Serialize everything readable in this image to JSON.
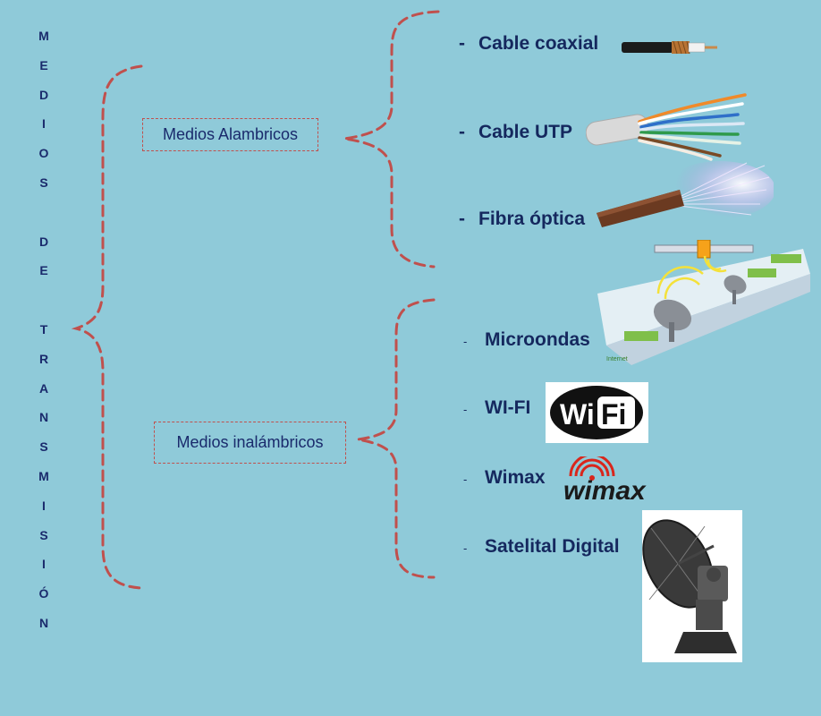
{
  "vertical_title": [
    "M",
    "E",
    "D",
    "I",
    "O",
    "S",
    "",
    "D",
    "E",
    "",
    "T",
    "R",
    "A",
    "N",
    "S",
    "M",
    "I",
    "S",
    "I",
    "Ó",
    "N"
  ],
  "branches": {
    "wired": {
      "label": "Medios Alambricos",
      "items": [
        {
          "dash": "-",
          "text": "Cable coaxial",
          "icon": "coaxial-cable-icon"
        },
        {
          "dash": "-",
          "text": "Cable UTP",
          "icon": "utp-cable-icon"
        },
        {
          "dash": "-",
          "text": "Fibra óptica",
          "icon": "fiber-optic-icon"
        }
      ]
    },
    "wireless": {
      "label": "Medios inalámbricos",
      "items": [
        {
          "dash": "-",
          "text": "Microondas",
          "icon": "microwave-network-icon"
        },
        {
          "dash": "-",
          "text": "WI-FI",
          "icon": "wifi-logo-icon"
        },
        {
          "dash": "-",
          "text": "Wimax",
          "icon": "wimax-logo-icon"
        },
        {
          "dash": "-",
          "text": "Satelital Digital",
          "icon": "satellite-dish-icon"
        }
      ]
    }
  },
  "logo_text": {
    "wifi_wi": "Wi",
    "wifi_fi": "Fi",
    "wimax": "wimax",
    "internet": "Internet"
  },
  "colors": {
    "background": "#8fcad9",
    "brace": "#c0504d",
    "text": "#15285e"
  }
}
